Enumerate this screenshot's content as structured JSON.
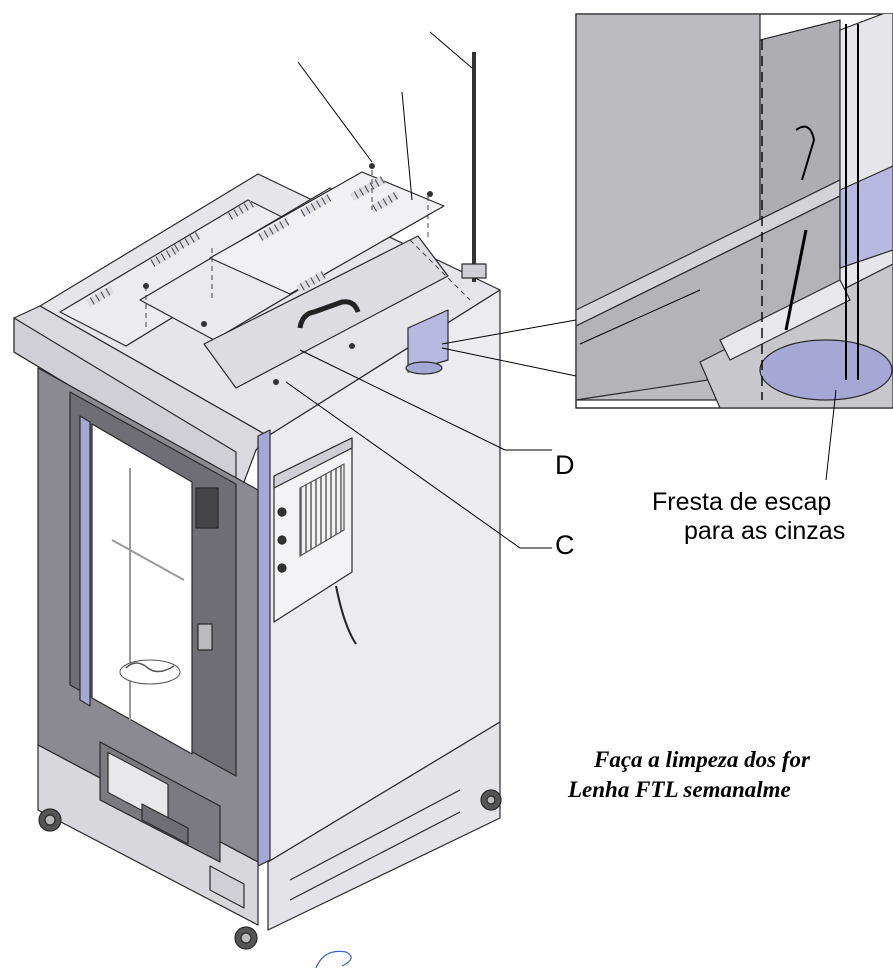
{
  "callouts": {
    "d": "D",
    "c": "C"
  },
  "detail_caption": {
    "line1": "Fresta de escap",
    "line2": "para as cinzas"
  },
  "note": {
    "line1": "Faça a limpeza dos for",
    "line2": "Lenha  FTL  semanalme"
  },
  "colors": {
    "body_panel": "#e9e9ee",
    "dark_frame": "#7a7a80",
    "accent_blue": "#a7a7d6",
    "detail_fill": "#b4b4b8",
    "outline": "#2a2a2a"
  },
  "icons": [
    "oven-illustration",
    "detail-zoom",
    "wheel-icon",
    "handle-icon",
    "logo-badge-icon"
  ]
}
